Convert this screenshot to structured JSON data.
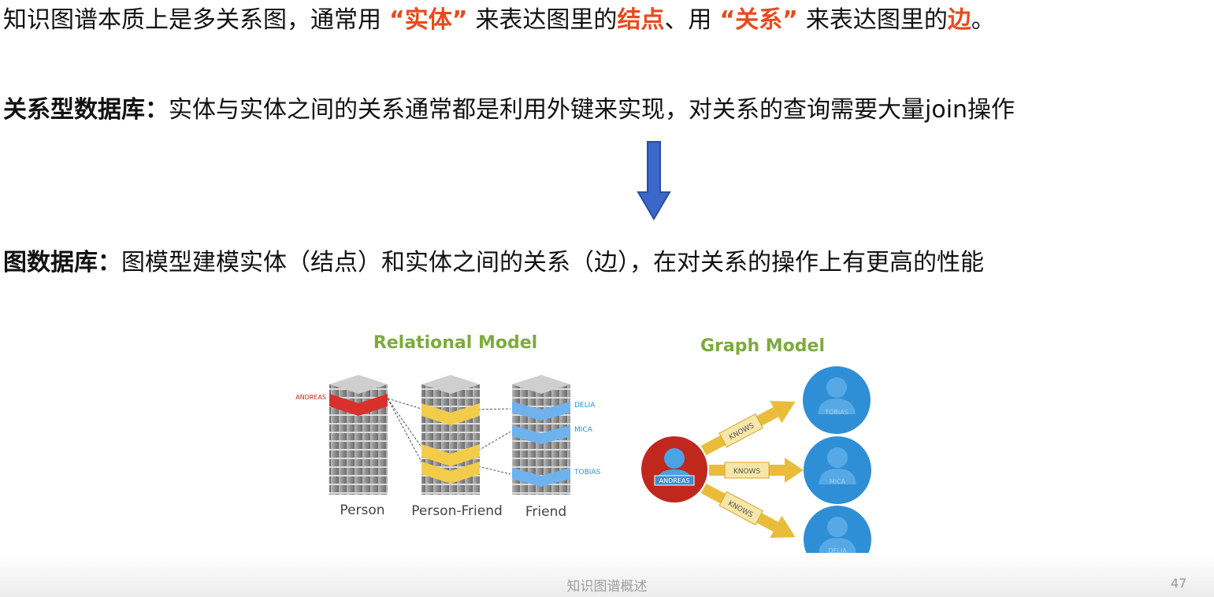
{
  "line1": {
    "a": "知识图谱本质上是多关系图，通常用",
    "q1": "“实体”",
    "b": "来表达图里的",
    "c": "结点",
    "d": "、用",
    "q2": "“关系”",
    "e": "来表达图里的",
    "f": "边",
    "g": "。"
  },
  "line2": {
    "label": "关系型数据库：",
    "text": "实体与实体之间的关系通常都是利用外键来实现，对关系的查询需要大量join操作"
  },
  "line3": {
    "label": "图数据库：",
    "text": "图模型建模实体（结点）和实体之间的关系（边），在对关系的操作上有更高的性能"
  },
  "diagram": {
    "relational_title": "Relational Model",
    "graph_title": "Graph Model",
    "table_person": "Person",
    "table_person_friend": "Person-Friend",
    "table_friend": "Friend",
    "row_andreas": "ANDREAS",
    "row_delia": "DELIA",
    "row_mica": "MICA",
    "row_tobias": "TOBIAS",
    "edge_label": "KNOWS",
    "node_andreas": "ANDREAS",
    "node_tobias": "TOBIAS",
    "node_mica": "MICA",
    "node_delia": "DELIA"
  },
  "colors": {
    "accent_red": "#e84a1c",
    "arrow_blue": "#3a67c8",
    "title_green": "#7cab3d",
    "node_blue": "#2f8fd6",
    "node_red": "#c0281e",
    "edge_yellow": "#e9bd3a",
    "row_red": "#d8302c",
    "row_yellow": "#f3cd4a",
    "row_blue": "#6fb3ee"
  },
  "footer": {
    "title": "知识图谱概述",
    "page": "47"
  }
}
